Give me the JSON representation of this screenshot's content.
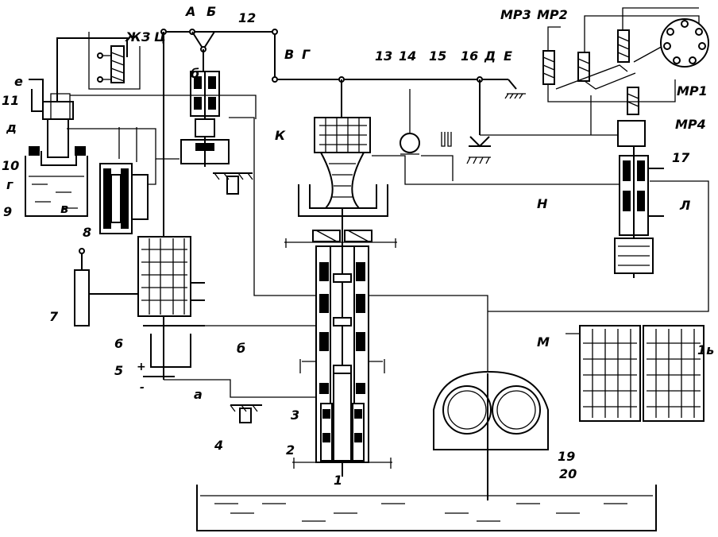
{
  "labels": {
    "l1": "1",
    "l2": "2",
    "l3": "3",
    "l4": "4",
    "l5": "5",
    "l6": "6",
    "l7": "7",
    "l8": "8",
    "l9": "9",
    "l10": "10",
    "l11": "11",
    "l12": "12",
    "l13": "13",
    "l14": "14",
    "l15": "15",
    "l16": "16",
    "l17": "17",
    "l19": "19",
    "l20": "20",
    "lA": "А",
    "lB": "Б",
    "lV": "В",
    "lG": "Г",
    "lD": "Д",
    "lE": "Е",
    "lZh": "Ж",
    "lZ": "З",
    "lTs": "Ц",
    "lK": "К",
    "lN": "Н",
    "lL": "Л",
    "lM": "М",
    "la": "а",
    "lb": "б",
    "lv": "в",
    "lg": "г",
    "ld": "д",
    "le": "е",
    "lMP1": "МР1",
    "lMP2": "МР2",
    "lMP3": "МР3",
    "lMP4": "МР4",
    "lplus": "+",
    "lminus": "-"
  }
}
